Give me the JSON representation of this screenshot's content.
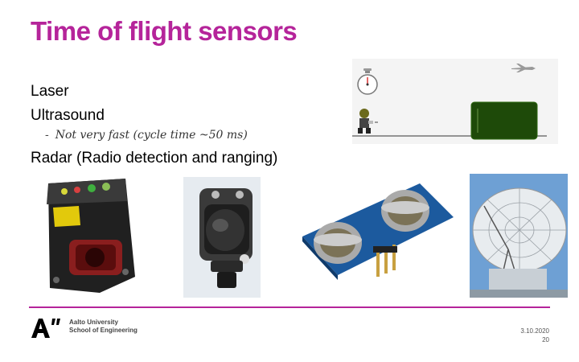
{
  "slide": {
    "title": "Time of flight sensors",
    "bullets": [
      "Laser",
      "Ultrasound",
      "Radar (Radio detection and ranging)"
    ],
    "sub_bullet": {
      "dash": "-",
      "text": "Not very fast (cycle time ~50 ms)"
    }
  },
  "footer": {
    "university": "Aalto University",
    "school": "School of Engineering",
    "date": "3.10.2020",
    "page": "20"
  },
  "colors": {
    "accent": "#b5249a",
    "box": "#1e4a09"
  }
}
